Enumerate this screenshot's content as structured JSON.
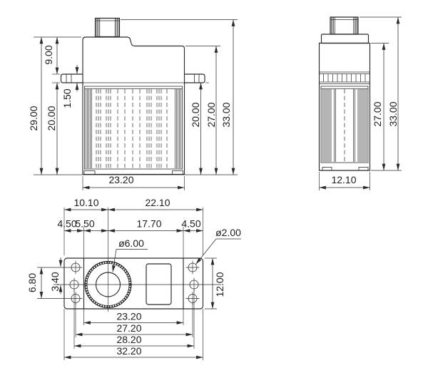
{
  "front": {
    "height_total": "29.00",
    "height_body": "20.00",
    "height_top": "9.00",
    "flange_thickness": "1.50",
    "right_height_body": "20.00",
    "right_height_upper": "27.00",
    "right_height_overall": "33.00",
    "width": "23.20"
  },
  "side": {
    "height_upper": "27.00",
    "height_overall": "33.00",
    "width": "12.10"
  },
  "plan": {
    "center_offset_left": "10.10",
    "center_offset_right": "22.10",
    "flange_left": "4.50",
    "body_to_center": "5.50",
    "center_to_body_right": "17.70",
    "flange_right": "4.50",
    "shaft_dia": "ø6.00",
    "hole_dia": "ø2.00",
    "holes_span_v": "6.80",
    "holes_half_v": "3.40",
    "depth": "12.00",
    "body_width": "23.20",
    "holes_span_h": "27.20",
    "mid_holes_span_h": "28.20",
    "plate_width": "32.20"
  },
  "colors": {
    "line": "#2b2b2b",
    "background": "#ffffff"
  }
}
